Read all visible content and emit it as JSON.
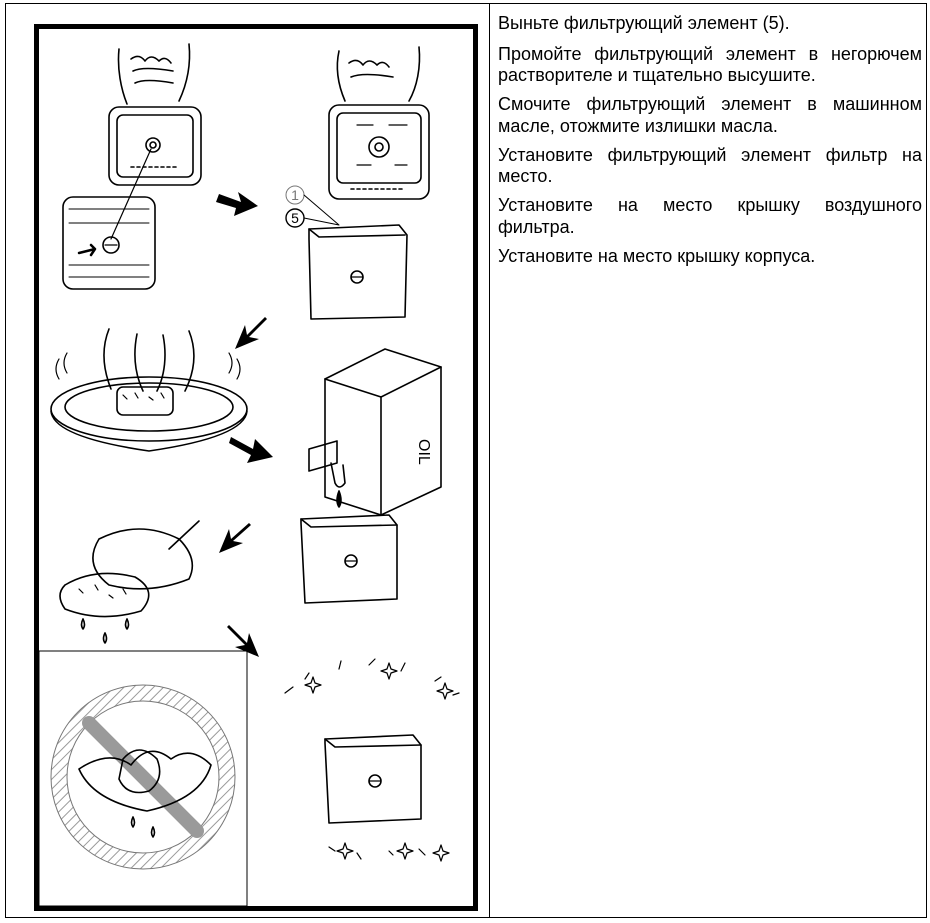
{
  "figure": {
    "callouts": [
      "1",
      "5"
    ],
    "oil_label": "OIL"
  },
  "instructions": [
    "Выньте фильтрующий элемент (5).",
    "Промойте фильтрующий элемент в негорючем растворителе и тщательно высушите.",
    "Смочите фильтрующий элемент в машинном масле, отожмите излишки масла.",
    "Установите фильтрующий элемент фильтр на место.",
    "Установите на место крышку воздушного фильтра.",
    "Установите на место крышку корпуса."
  ],
  "colors": {
    "border": "#000000",
    "background": "#ffffff",
    "hatch": "#9a9a9a"
  }
}
